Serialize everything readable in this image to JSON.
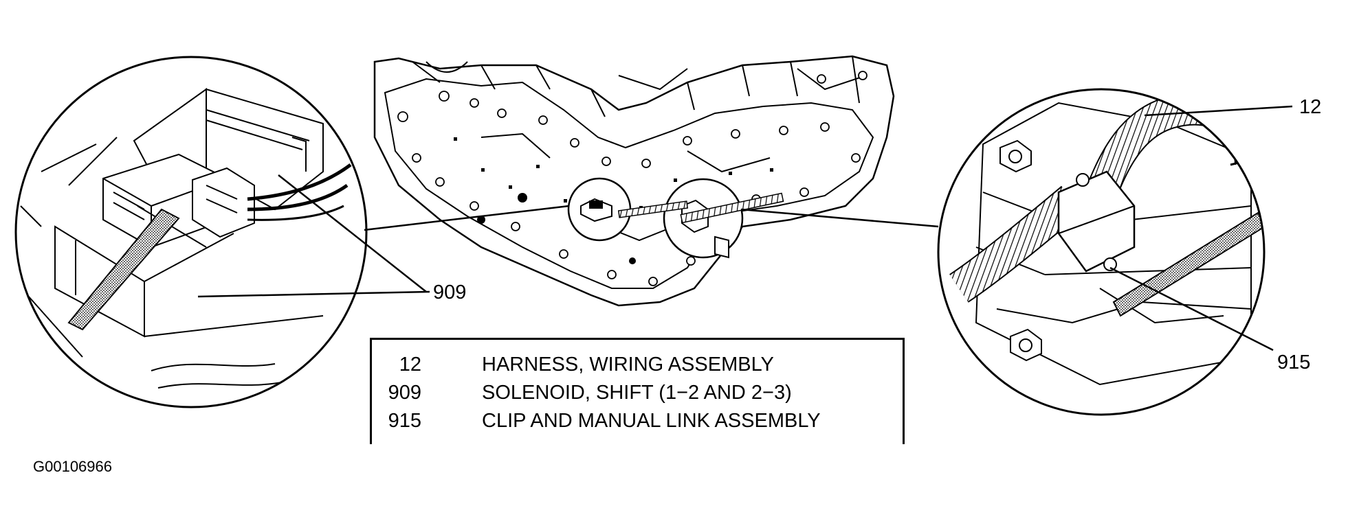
{
  "callouts": {
    "harness": "12",
    "solenoid": "909",
    "clip": "915"
  },
  "legend": {
    "items": [
      {
        "number": "12",
        "description": "HARNESS, WIRING ASSEMBLY"
      },
      {
        "number": "909",
        "description": "SOLENOID, SHIFT (1−2 AND 2−3)"
      },
      {
        "number": "915",
        "description": "CLIP AND MANUAL LINK ASSEMBLY"
      }
    ]
  },
  "figure_id": "G00106966"
}
